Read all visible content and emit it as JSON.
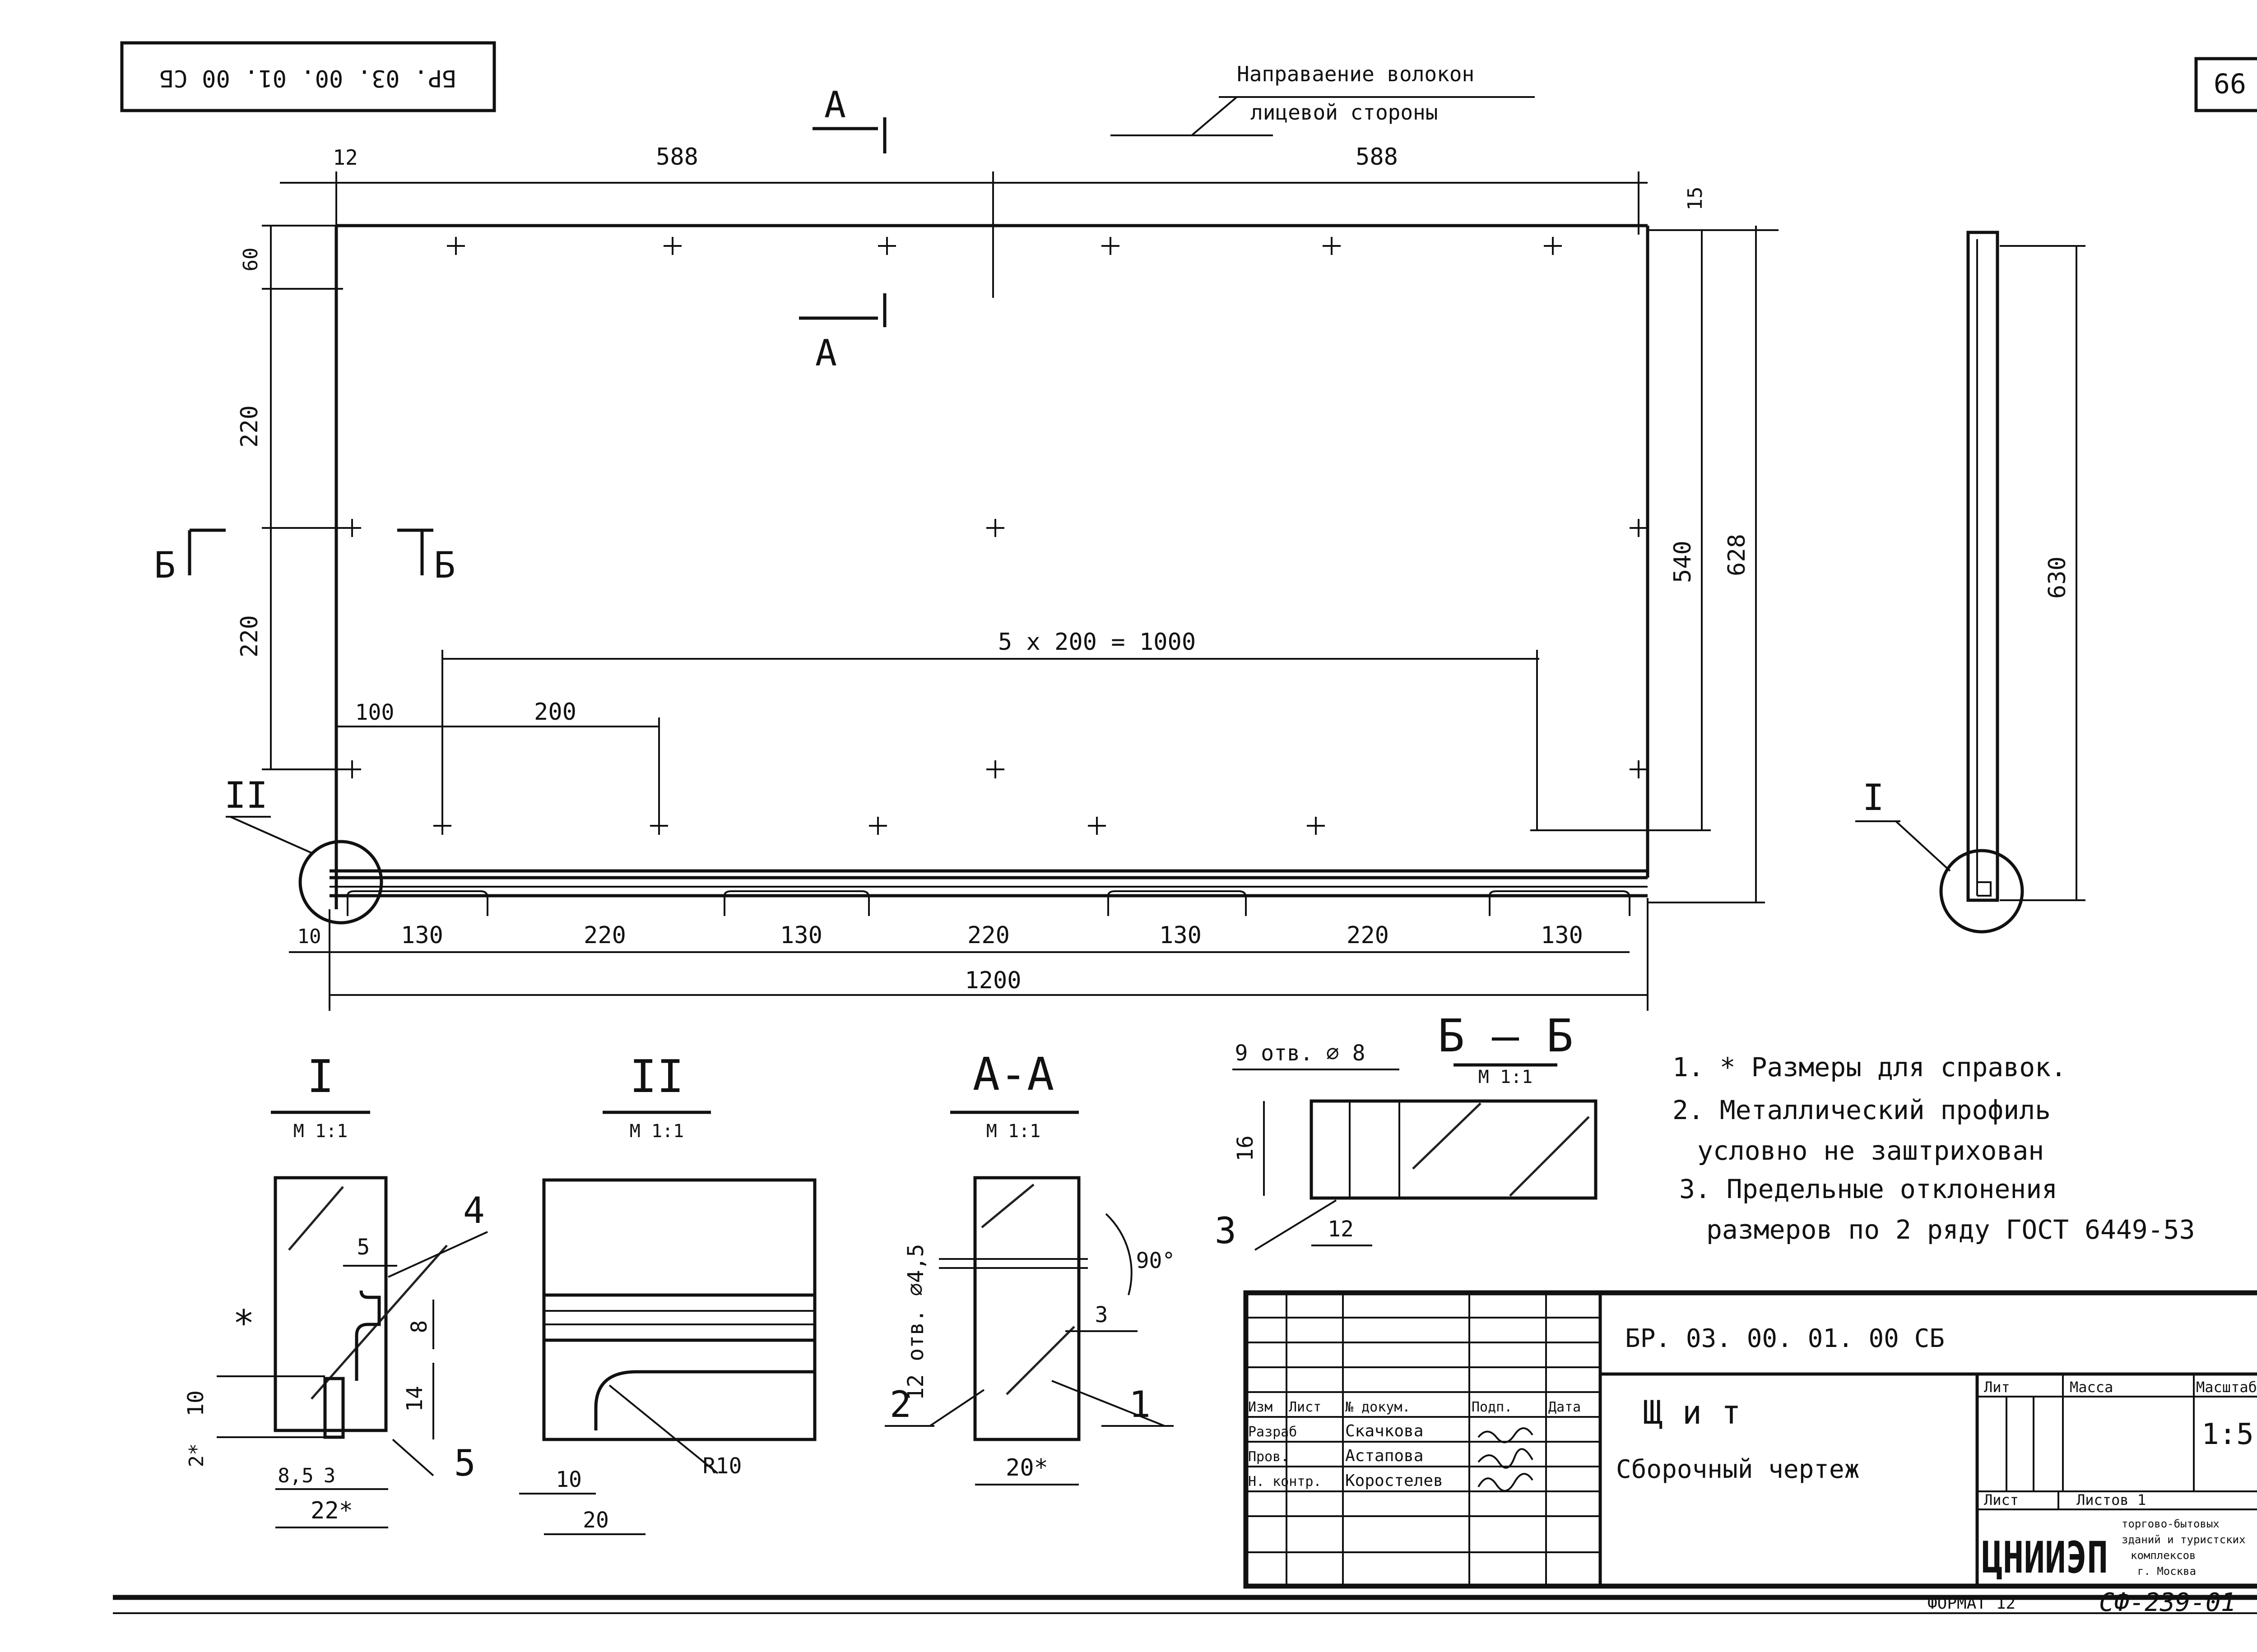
{
  "sheet": {
    "code_rotated": "БР. 03. 00. 01. 00 СБ",
    "page_number": "66",
    "grain_note_line1": "Направаение волокон",
    "grain_note_line2": "лицевой стороны",
    "format_label": "ФОРМАТ 12",
    "stamp": "СФ-239-01"
  },
  "main_view": {
    "section_A": "А",
    "section_B": "Б",
    "callout_I": "I",
    "callout_II": "II",
    "dims": {
      "d12": "12",
      "d588_left": "588",
      "d588_right": "588",
      "d15": "15",
      "d60": "60",
      "d220_top": "220",
      "d220_bottom": "220",
      "d540": "540",
      "d628": "628",
      "d630": "630",
      "d100": "100",
      "d200": "200",
      "d5x200": "5 x 200 = 1000",
      "d10": "10",
      "d1200": "1200",
      "bottom_segments": [
        "130",
        "220",
        "130",
        "220",
        "130",
        "220",
        "130"
      ]
    }
  },
  "detail_I": {
    "title": "I",
    "scale": "М 1:1",
    "dims": {
      "d5": "5",
      "d8": "8",
      "d14": "14",
      "d10": "10",
      "d2": "2*",
      "d85": "8,5",
      "d3": "3",
      "d22": "22*"
    },
    "labels": {
      "l4": "4",
      "l5": "5",
      "mark": "*"
    }
  },
  "detail_II": {
    "title": "II",
    "scale": "М 1:1",
    "dims": {
      "d10": "10",
      "d20": "20",
      "r10": "R10"
    }
  },
  "section_AA": {
    "title": "А-А",
    "scale": "М 1:1",
    "holes": "12 отв. ⌀4,5",
    "angle": "90°",
    "d3": "3",
    "d20": "20*",
    "l1": "1",
    "l2": "2"
  },
  "section_BB": {
    "title": "Б — Б",
    "scale": "М 1:1",
    "holes": "9 отв. ⌀ 8",
    "d16": "16",
    "d12": "12",
    "l3": "3"
  },
  "notes": {
    "n1": "1. * Размеры для справок.",
    "n2a": "2. Металлический профиль",
    "n2b": "условно не заштрихован",
    "n3a": "3. Предельные отклонения",
    "n3b": "размеров по 2 ряду ГОСТ 6449-53"
  },
  "title_block": {
    "designation": "БР. 03. 00. 01. 00 СБ",
    "name_line1": "Щ и т",
    "name_line2": "Сборочный чертеж",
    "col_izm": "Изм",
    "col_list": "Лист",
    "col_doc": "№ докум.",
    "col_sign": "Подп.",
    "col_date": "Дата",
    "razrab": "Разраб",
    "razrab_name": "Скачкова",
    "prov": "Пров.",
    "prov_name": "Астапова",
    "nkontr": "Н. контр.",
    "nkontr_name": "Коростелев",
    "lit": "Лит",
    "massa": "Масса",
    "masshtab": "Масштаб",
    "scale_value": "1:5",
    "list": "Лист",
    "listov": "Листов 1",
    "org_logo": "ЦНИИЭП",
    "org_text1": "торгово-бытовых",
    "org_text2": "зданий и туристских",
    "org_text3": "комплексов",
    "org_text4": "г. Москва"
  }
}
